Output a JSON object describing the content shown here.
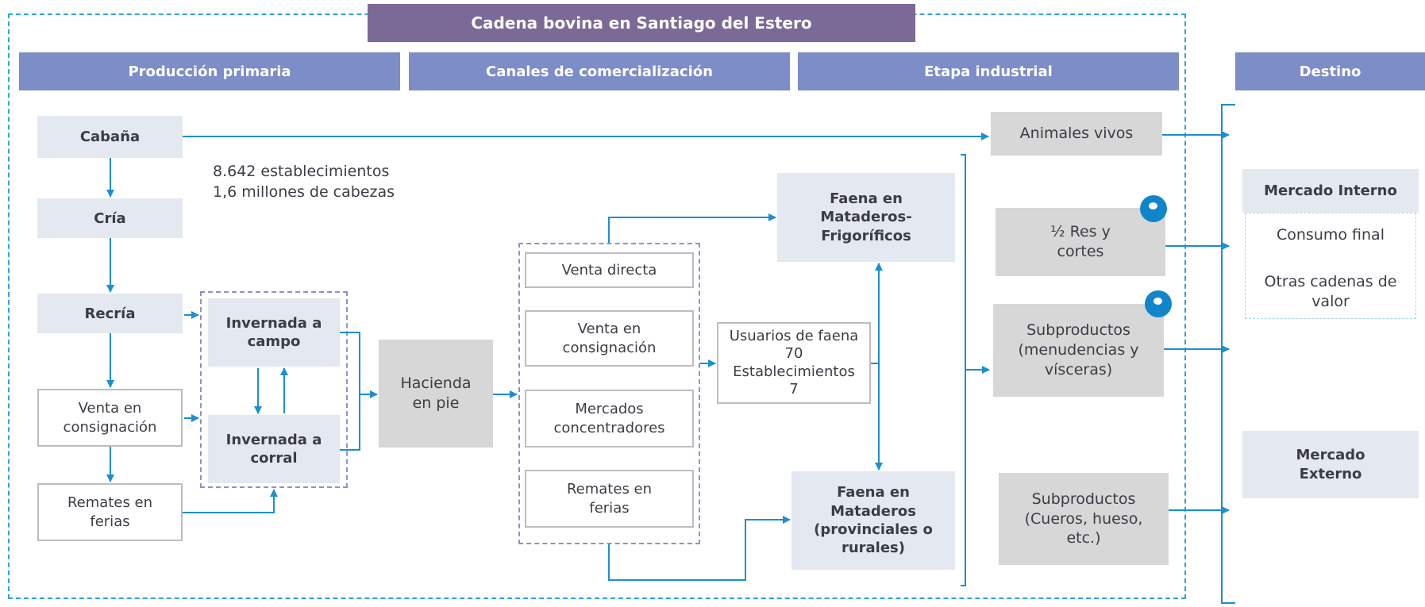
{
  "title": "Cadena bovina en Santiago del Estero",
  "headers": {
    "primary": "Producción primaria",
    "channels": "Canales de comercialización",
    "industrial": "Etapa industrial",
    "destination": "Destino"
  },
  "production": {
    "cabana": "Cabaña",
    "cria": "Cría",
    "recria": "Recría",
    "venta_consignacion": "Venta en consignación",
    "remates": "Remates en ferias",
    "stats_line1": "8.642 establecimientos",
    "stats_line2": "1,6 millones de cabezas"
  },
  "invernada": {
    "campo": "Invernada a campo",
    "corral": "Invernada a corral"
  },
  "hacienda": "Hacienda en pie",
  "channels": {
    "venta_directa": "Venta directa",
    "venta_consignacion": "Venta en consignación",
    "mercados": "Mercados concentradores",
    "remates": "Remates en ferias"
  },
  "usuarios": {
    "line1": "Usuarios de faena",
    "line2": "70",
    "line3": "Establecimientos",
    "line4": "7"
  },
  "industrial": {
    "frigorificos": "Faena en Mataderos-Frigoríficos",
    "mataderos": "Faena en Mataderos (provinciales o rurales)"
  },
  "products": {
    "animales_vivos": "Animales vivos",
    "res_cortes": "½ Res y cortes",
    "subproductos1": "Subproductos (menudencias y vísceras)",
    "subproductos2": "Subproductos (Cueros, hueso, etc.)"
  },
  "destination": {
    "mercado_interno": "Mercado Interno",
    "consumo_final": "Consumo final",
    "otras_cadenas": "Otras cadenas de valor",
    "mercado_externo": "Mercado Externo"
  },
  "colors": {
    "arrow": "#1b8fd0",
    "title_bg": "#7b6a97",
    "header_bg": "#7d8dc8",
    "light_box": "#e4e8f0",
    "gray_box": "#d7d7d7",
    "pin": "#1185cc"
  },
  "icons": [
    "location-pin-icon",
    "location-pin-icon"
  ]
}
